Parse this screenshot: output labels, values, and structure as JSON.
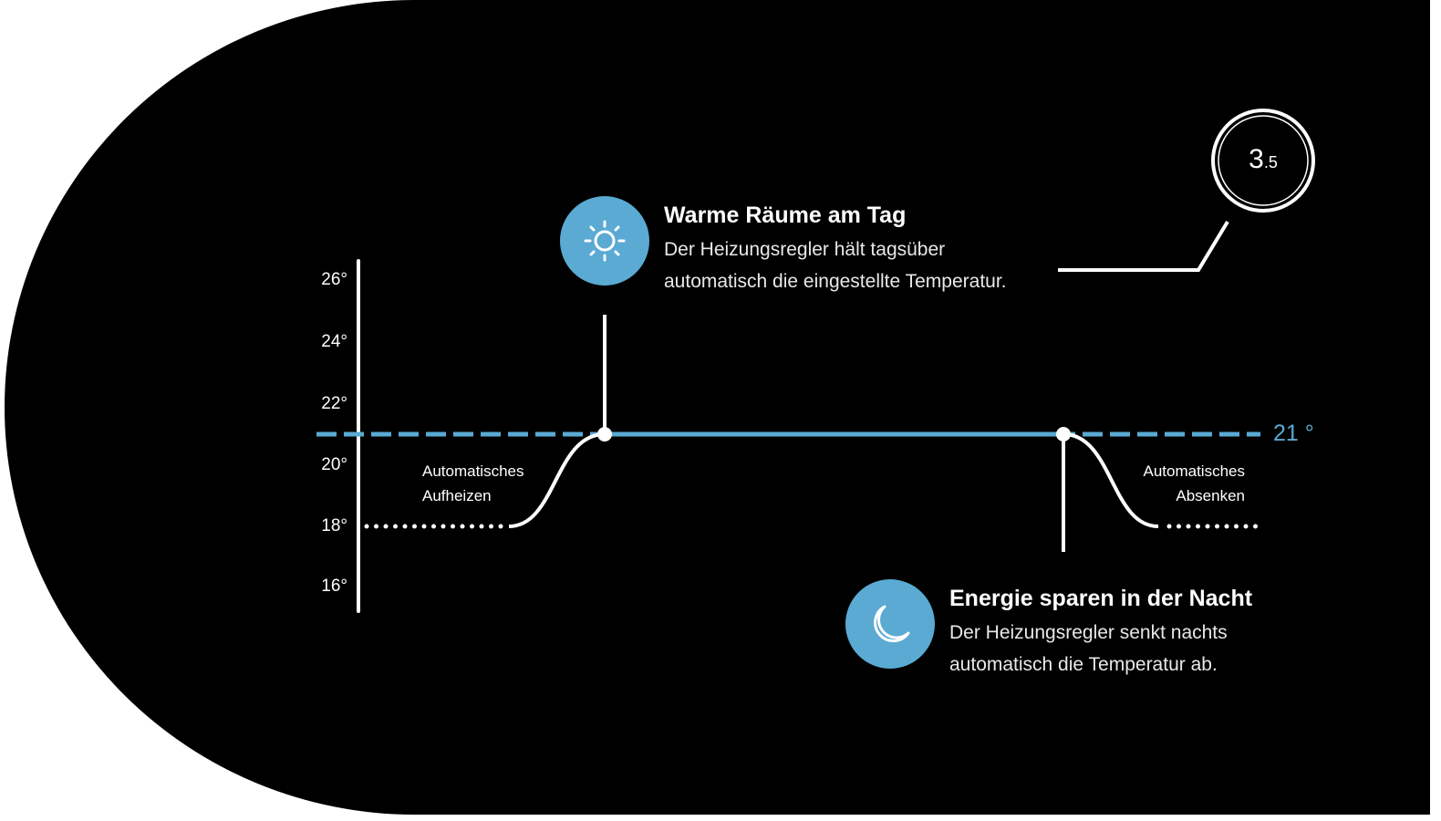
{
  "axis": {
    "ticks": [
      "26°",
      "24°",
      "22°",
      "20°",
      "18°",
      "16°"
    ]
  },
  "setpoint_label": "21 °",
  "colors": {
    "accent": "#5aaad3",
    "background": "#000000",
    "line": "#ffffff"
  },
  "day": {
    "title": "Warme Räume am Tag",
    "desc_line1": "Der Heizungsregler hält tagsüber",
    "desc_line2": "automatisch die eingestellte Temperatur.",
    "icon": "sun-icon"
  },
  "night": {
    "title": "Energie sparen in der Nacht",
    "desc_line1": "Der Heizungsregler senkt nachts",
    "desc_line2": "automatisch die Temperatur ab.",
    "icon": "moon-icon"
  },
  "heat_up": {
    "line1": "Automatisches",
    "line2": "Aufheizen"
  },
  "lower": {
    "line1": "Automatisches",
    "line2": "Absenken"
  },
  "badge": {
    "main": "3",
    "sub": ".5"
  }
}
